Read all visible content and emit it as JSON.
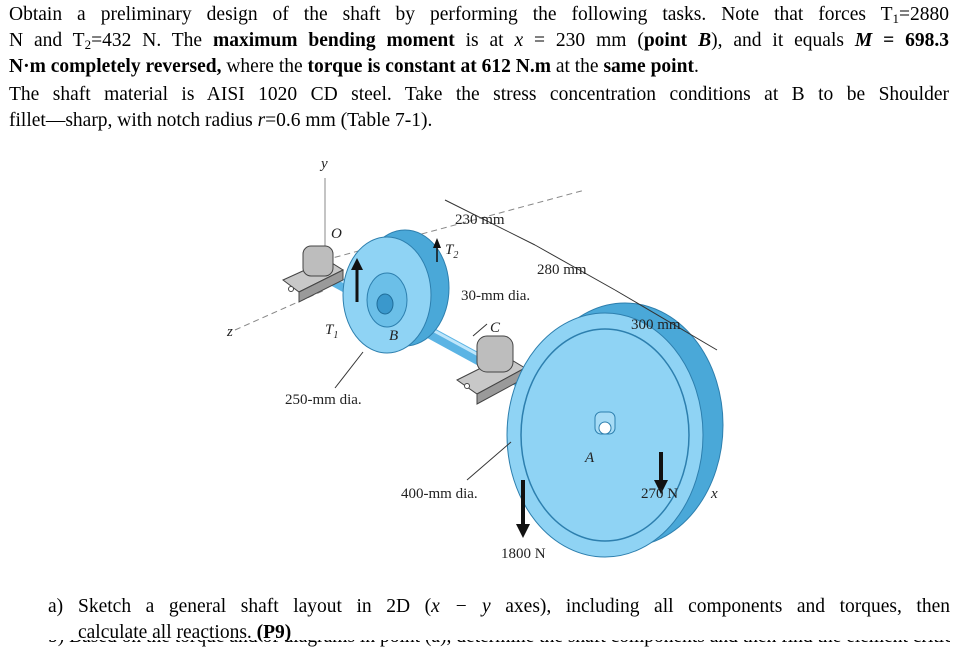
{
  "problem": {
    "line1_a": "Obtain a preliminary design of the shaft by performing the following tasks. Note that forces T",
    "line1_sub": "1",
    "line1_b": "=2880",
    "line2_a": "N and T",
    "line2_sub": "2",
    "line2_b": "=432 N. The ",
    "line2_bold1": "maximum bending moment",
    "line2_c": " is at ",
    "line2_var": "x",
    "line2_d": " = 230 mm (",
    "line2_bold2": "point ",
    "line2_bold2_var": "B",
    "line2_e": "), and it equals ",
    "line2_bold3": "M",
    "line2_bold4": " = 698.3",
    "line3_bold1": "N·m completely reversed,",
    "line3_a": " where the ",
    "line3_bold2": "torque is constant at 612 N.m",
    "line3_b": " at the ",
    "line3_bold3": "same point",
    "line3_c": ".",
    "line4": "The shaft material is AISI 1020 CD steel. Take the stress concentration conditions at B to be Shoulder",
    "line5_a": "fillet—sharp, with notch radius ",
    "line5_var": "r",
    "line5_b": "=0.6 mm (Table 7-1)."
  },
  "figure": {
    "axis_y": "y",
    "axis_z": "z",
    "axis_x": "x",
    "origin": "O",
    "dim_230": "230 mm",
    "dim_280": "280 mm",
    "dim_300": "300 mm",
    "shaft_dia": "30-mm dia.",
    "pulley_b_dia": "250-mm dia.",
    "pulley_a_dia": "400-mm dia.",
    "label_t1": "T",
    "label_t1_sub": "1",
    "label_t2": "T",
    "label_t2_sub": "2",
    "label_b": "B",
    "label_c": "C",
    "label_a": "A",
    "force_1800": "1800 N",
    "force_270": "270 N",
    "colors": {
      "pulley": "#8fd3f4",
      "pulley_dark": "#4aa8d8",
      "shaft": "#7ec8ee",
      "bearing": "#b9b9b9",
      "arrow": "#111111"
    }
  },
  "tasks": {
    "a_lead": "a)",
    "a_text1": "Sketch a general shaft layout in 2D (",
    "a_var": "x − y",
    "a_text2": " axes), including all components and torques, then",
    "a_line2": "calculate all reactions. ",
    "a_points": "(P9)",
    "b_partial": "b)   Based on the torque and of diagrams in point (a), determine the shaft components and then find the element critical"
  }
}
